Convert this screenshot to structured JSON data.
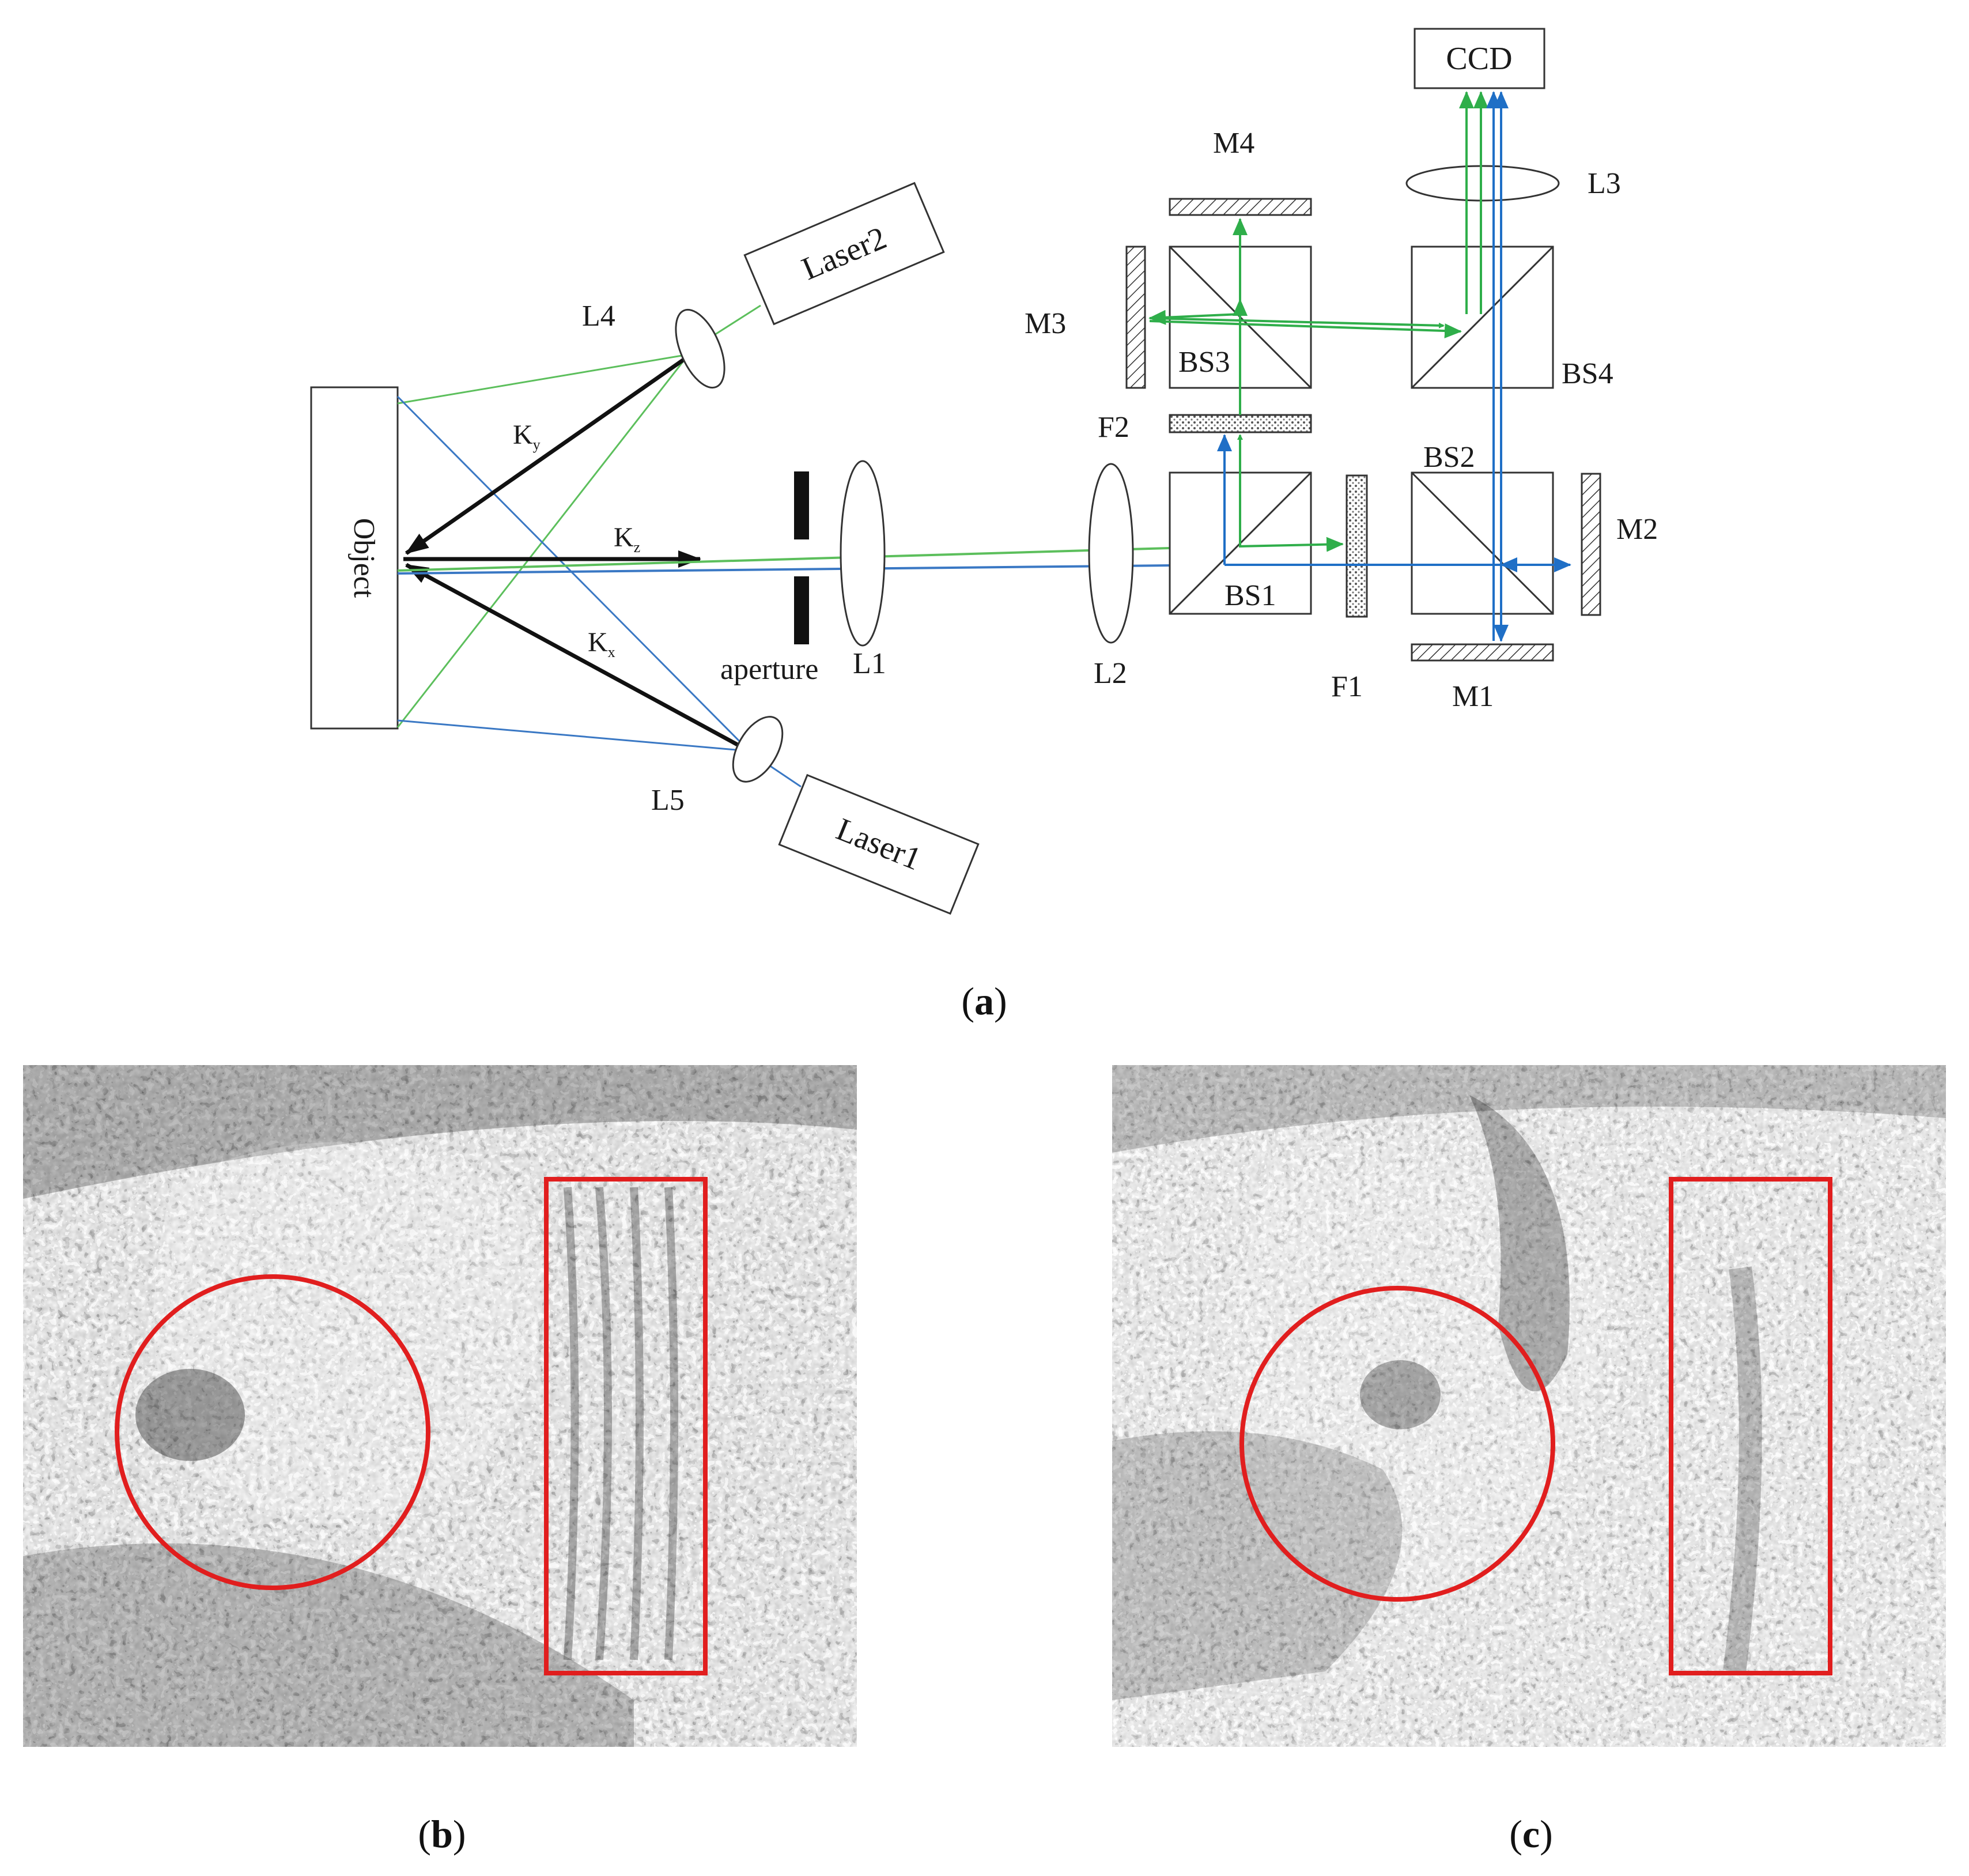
{
  "colors": {
    "green": "#5cbf5c",
    "blue": "#3a78c4",
    "blue_bold": "#1f6fc6",
    "green_bold": "#2fae4a",
    "red": "#e11e1e",
    "black": "#111111"
  },
  "diagram": {
    "labels": {
      "ccd": "CCD",
      "m4": "M4",
      "l3": "L3",
      "m3": "M3",
      "bs3": "BS3",
      "bs4": "BS4",
      "f2": "F2",
      "bs2": "BS2",
      "m2": "M2",
      "bs1": "BS1",
      "f1": "F1",
      "m1": "M1",
      "l2": "L2",
      "l1": "L1",
      "aperture": "aperture",
      "l4": "L4",
      "l5": "L5",
      "laser2": "Laser2",
      "laser1": "Laser1",
      "object": "Object",
      "ky": "K",
      "ky_sub": "y",
      "kz": "K",
      "kz_sub": "z",
      "kx": "K",
      "kx_sub": "x"
    }
  },
  "captions": {
    "a_open": "(",
    "a_letter": "a",
    "a_close": ")",
    "b_open": "(",
    "b_letter": "b",
    "b_close": ")",
    "c_open": "(",
    "c_letter": "c",
    "c_close": ")"
  },
  "panels": {
    "b": {
      "image": "speckle-interferogram-b",
      "marks": [
        "circle",
        "rectangle"
      ]
    },
    "c": {
      "image": "speckle-interferogram-c",
      "marks": [
        "circle",
        "rectangle"
      ]
    }
  }
}
